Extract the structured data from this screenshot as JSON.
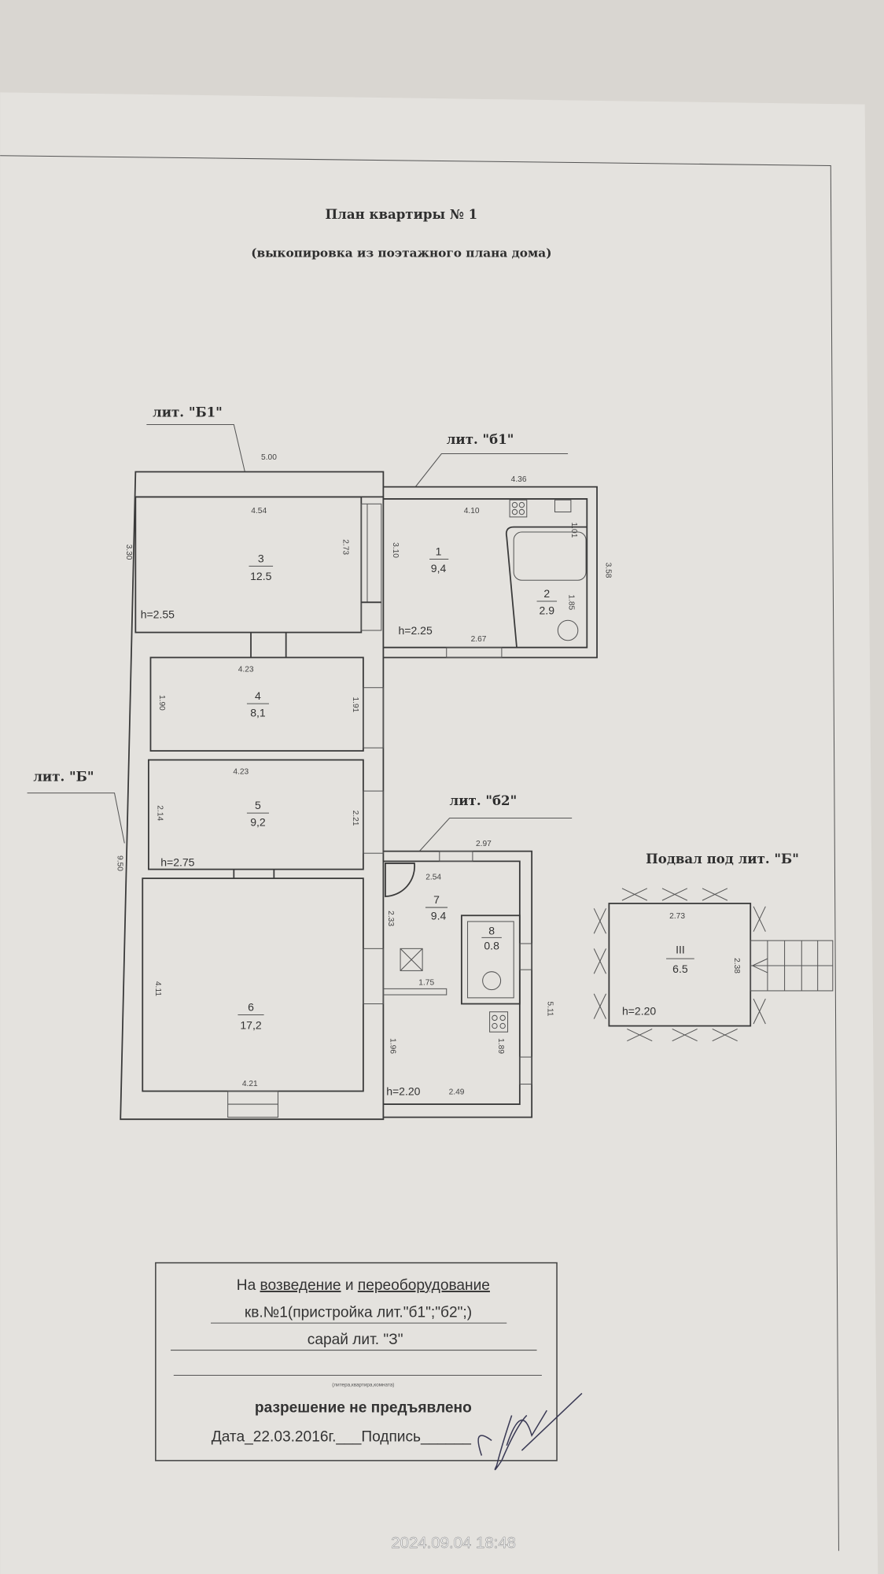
{
  "document": {
    "title": "План квартиры № 1",
    "subtitle": "(выкопировка из поэтажного плана дома)"
  },
  "labels": {
    "lit_B1": "лит. \"Б1\"",
    "lit_b1": "лит. \"б1\"",
    "lit_B": "лит. \"Б\"",
    "lit_b2": "лит. \"б2\""
  },
  "dimensions": {
    "b1_top_outer": "5.00",
    "r3_width": "4.54",
    "r3_height": "3.30",
    "r3_right": "2.73",
    "r1_left": "3.10",
    "b1_top": "4.36",
    "r1_width": "4.10",
    "r1_right": "1.01",
    "b1_side": "3.58",
    "r2_side": "1.85",
    "r1_bottom": "2.67",
    "r4_top": "4.23",
    "r4_left": "1.90",
    "r4_right": "1.91",
    "r5_top": "4.23",
    "r5_left": "2.14",
    "r5_right": "2.21",
    "total_height": "9.50",
    "r6_left": "4.11",
    "r6_bottom": "4.21",
    "b2_top": "2.97",
    "r7_top": "2.54",
    "r7_left": "2.33",
    "r7_partition": "1.75",
    "r7_lower_left": "1.96",
    "r7_lower_right": "1.89",
    "r7_bottom": "2.49",
    "b2_side": "5.11",
    "basement_width": "2.73",
    "basement_side": "2.38"
  },
  "rooms": [
    {
      "number": "1",
      "area": "9,4"
    },
    {
      "number": "2",
      "area": "2.9"
    },
    {
      "number": "3",
      "area": "12.5"
    },
    {
      "number": "4",
      "area": "8,1"
    },
    {
      "number": "5",
      "area": "9,2"
    },
    {
      "number": "6",
      "area": "17,2"
    },
    {
      "number": "7",
      "area": "9.4"
    },
    {
      "number": "8",
      "area": "0.8"
    },
    {
      "number": "III",
      "area": "6.5"
    }
  ],
  "heights": {
    "b1_main": "h=2.55",
    "b1_ext": "h=2.25",
    "main": "h=2.75",
    "b2": "h=2.20",
    "basement": "h=2.20"
  },
  "basement": {
    "title": "Подвал под лит. \"Б\""
  },
  "stamp": {
    "line1_pre": "На ",
    "line1_u1": "возведение",
    "line1_mid": " и ",
    "line1_u2": "переоборудование",
    "line2": "кв.№1(пристройка лит.\"б1\";\"б2\";)",
    "line3": "сарай лит. \"З\"",
    "caption": "(литера,квартира,комната)",
    "status": "разрешение не предъявлено",
    "date_line": "Дата_22.03.2016г.___Подпись______"
  },
  "photo_timestamp": "2024.09.04  18:48"
}
